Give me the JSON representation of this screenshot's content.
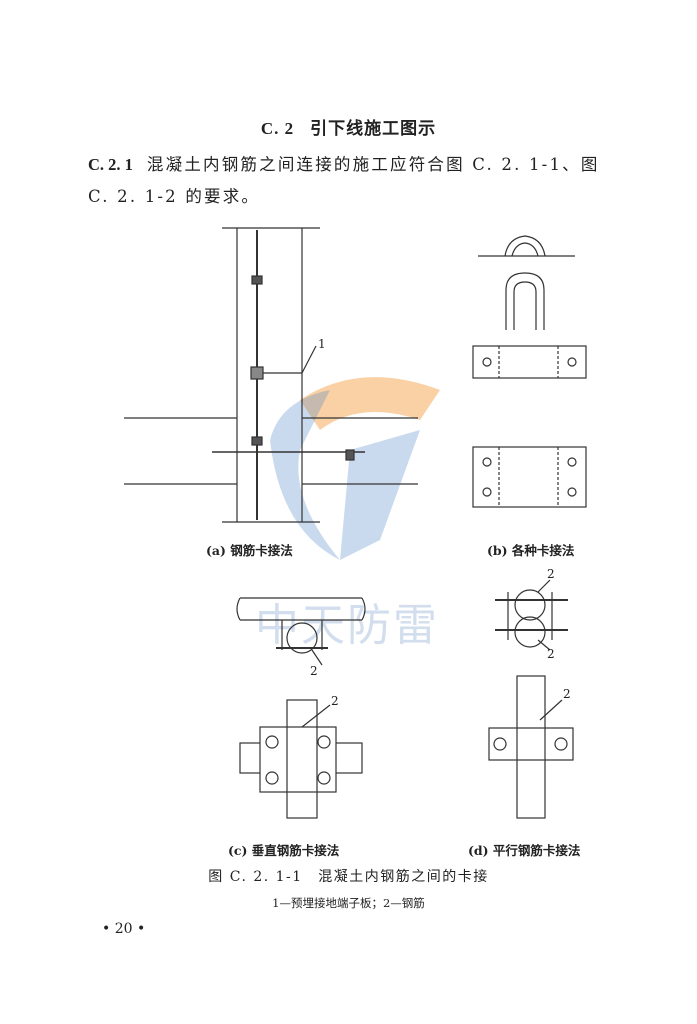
{
  "section": {
    "number": "C. 2",
    "title": "引下线施工图示"
  },
  "clause": {
    "number": "C. 2. 1",
    "line1": "混凝土内钢筋之间连接的施工应符合图 C. 2. 1-1、图",
    "line2": "C. 2. 1-2 的要求。"
  },
  "figure": {
    "subcaptions": [
      "(a) 钢筋卡接法",
      "(b) 各种卡接法",
      "(c) 垂直钢筋卡接法",
      "(d) 平行钢筋卡接法"
    ],
    "callouts": [
      "1",
      "2",
      "2",
      "2",
      "2",
      "2"
    ],
    "caption": "图 C. 2. 1-1　混凝土内钢筋之间的卡接",
    "legend": "1—预埋接地端子板；2—钢筋"
  },
  "watermark": {
    "text": "中天防雷",
    "colors": {
      "orange": "#f5a44a",
      "blue": "#4f86c6"
    }
  },
  "page_number": "• 20 •"
}
